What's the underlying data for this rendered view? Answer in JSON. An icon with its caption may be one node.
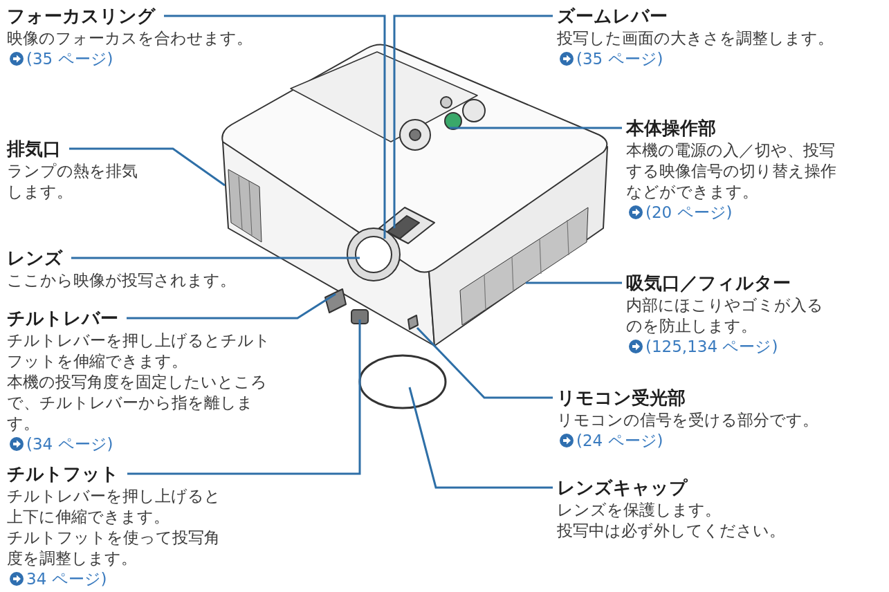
{
  "diagram": {
    "nodes": [
      {
        "text": [
          "フォーカスリング",
          "映像のフォーカスを合わせます。",
          "(35 ページ)"
        ]
      },
      {
        "text": [
          "ズームレバー",
          "投写した画面の大きさを調整します。",
          "(35 ページ)"
        ]
      },
      {
        "text": [
          "排気口",
          "ランプの熱を排気します。"
        ]
      },
      {
        "text": [
          "本体操作部",
          "本機の電源の入／切や、投写する映像信号の切り替え操作などができます。",
          "(20 ページ)"
        ]
      },
      {
        "text": [
          "レンズ",
          "ここから映像が投写されます。"
        ]
      },
      {
        "text": [
          "吸気口／フィルター",
          "内部にほこりやゴミが入るのを防止します。",
          "(125,134 ページ)"
        ]
      },
      {
        "text": [
          "チルトレバー",
          "チルトレバーを押し上げるとチルトフットを伸縮できます。",
          "本機の投写角度を固定したいところで、チルトレバーから指を離します。",
          "(34 ページ)"
        ]
      },
      {
        "text": [
          "リモコン受光部",
          "リモコンの信号を受ける部分です。",
          "(24 ページ)"
        ]
      },
      {
        "text": [
          "チルトフット",
          "チルトレバーを押し上げると上下に伸縮できます。",
          "チルトフットを使って投写角度を調整します。",
          "34 ページ)"
        ]
      },
      {
        "text": [
          "レンズキャップ",
          "レンズを保護します。",
          "投写中は必ず外してください。"
        ]
      }
    ],
    "edges": [
      {
        "from": 0,
        "to": null,
        "arrow": "none"
      },
      {
        "from": 1,
        "to": null,
        "arrow": "none"
      },
      {
        "from": 2,
        "to": null,
        "arrow": "none"
      },
      {
        "from": 3,
        "to": null,
        "arrow": "none"
      },
      {
        "from": 4,
        "to": null,
        "arrow": "none"
      },
      {
        "from": 5,
        "to": null,
        "arrow": "none"
      },
      {
        "from": 6,
        "to": null,
        "arrow": "none"
      },
      {
        "from": 7,
        "to": null,
        "arrow": "none"
      },
      {
        "from": 8,
        "to": null,
        "arrow": "none"
      },
      {
        "from": 9,
        "to": null,
        "arrow": "none"
      }
    ]
  }
}
